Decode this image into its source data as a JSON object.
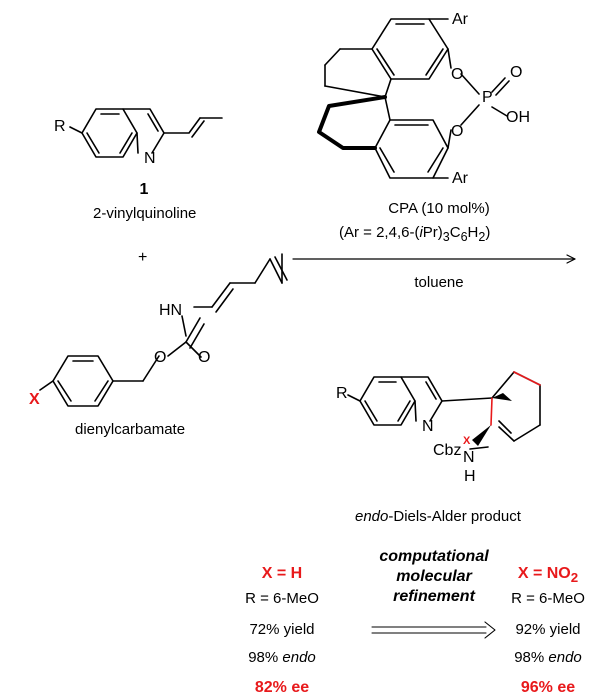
{
  "reagents": {
    "quinoline": {
      "compound_number": "1",
      "name": "2-vinylquinoline",
      "atoms": {
        "R": "R",
        "N": "N"
      }
    },
    "plus_sign": "+",
    "carbamate": {
      "name": "dienylcarbamate",
      "atoms": {
        "HN": "HN",
        "O_ether": "O",
        "O_carbonyl": "O",
        "X": "X"
      }
    }
  },
  "catalyst": {
    "atoms": {
      "Ar_top": "Ar",
      "Ar_bottom": "Ar",
      "O1": "O",
      "O2": "O",
      "P": "P",
      "O_double": "O",
      "OH": "OH"
    },
    "loading": "CPA (10 mol%)",
    "ar_definition": {
      "prefix": "(Ar = 2,4,6-(",
      "iso": "i",
      "pr": "Pr)",
      "sub1": "3",
      "c": "C",
      "sub2": "6",
      "h": "H",
      "sub3": "2",
      "suffix": ")"
    },
    "solvent": "toluene"
  },
  "product": {
    "atoms": {
      "R": "R",
      "N": "N",
      "Cbz": "Cbz",
      "X": "X",
      "N_amine": "N",
      "H": "H"
    },
    "label_italic": "endo",
    "label_rest": "-Diels-Alder product"
  },
  "comparison": {
    "left": {
      "header": "X = H",
      "r_line": "R = 6-MeO",
      "yield": "72% yield",
      "endo_value": "98% ",
      "endo_word": "endo",
      "ee": "82% ee"
    },
    "middle": {
      "line1": "computational",
      "line2": "molecular",
      "line3": "refinement"
    },
    "right": {
      "header_prefix": "X = NO",
      "header_sub": "2",
      "r_line": "R = 6-MeO",
      "yield": "92% yield",
      "endo_value": "98% ",
      "endo_word": "endo",
      "ee": "96% ee"
    }
  },
  "colors": {
    "highlight": "#e8191b",
    "bonds": "#000000"
  }
}
